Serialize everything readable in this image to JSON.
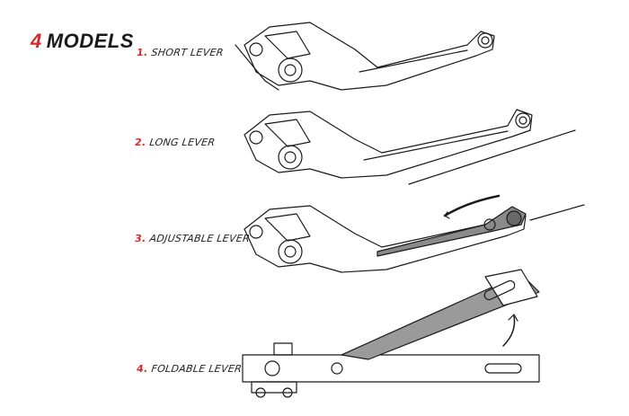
{
  "title": {
    "number": "4",
    "text": "MODELS"
  },
  "models": [
    {
      "number": "1.",
      "name": "SHORT LEVER"
    },
    {
      "number": "2.",
      "name": "LONG LEVER"
    },
    {
      "number": "3.",
      "name": "ADJUSTABLE LEVER"
    },
    {
      "number": "4.",
      "name": "FOLDABLE LEVER"
    }
  ],
  "colors": {
    "accent": "#d42a2a",
    "ink": "#1a1a1a",
    "shade": "#8a8a8a"
  }
}
